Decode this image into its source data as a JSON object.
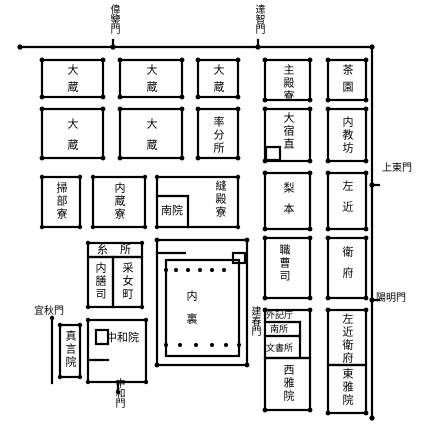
{
  "gates": {
    "ikanmon": "偉鑒門",
    "tatchimon": "達智門",
    "joutoumon": "上東門",
    "youmeimon": "陽明門",
    "gishuumon": "宜秋門",
    "chuuwamon": "中和門",
    "kenshunmon": "建春門"
  },
  "buildings": {
    "ookura1": "大蔵",
    "ookura2": "大蔵",
    "ookura3": "大蔵",
    "ookura4": "大蔵",
    "ookura5": "大蔵",
    "tonomoryou": "主殿寮",
    "chaen": "茶園",
    "ritsubunsho": "率分所",
    "ootoneri": "大宿直",
    "naikyoubou": "内教坊",
    "kamonryou": "掃部寮",
    "kurazukasa": "内蔵寮",
    "nuidonoryou": "縫殿寮",
    "nanin": "南院",
    "ikuhon": "梨本",
    "sakon": "左近",
    "shikiji": "職曹司",
    "efu": "衛府",
    "itodokoro": "糸所",
    "naizen": "内膳司",
    "uneme": "采女町",
    "dairi": "内裏",
    "sakonefu": "左近衛府",
    "chuwain": "中和院",
    "shingon": "真言院",
    "gekiki": "外記庁",
    "minamidokoro": "南所",
    "fumidokoro": "文書所",
    "seigain": "西雅院",
    "togain": "東雅院"
  },
  "colors": {
    "ink": "#000000",
    "paper": "#ffffff"
  }
}
